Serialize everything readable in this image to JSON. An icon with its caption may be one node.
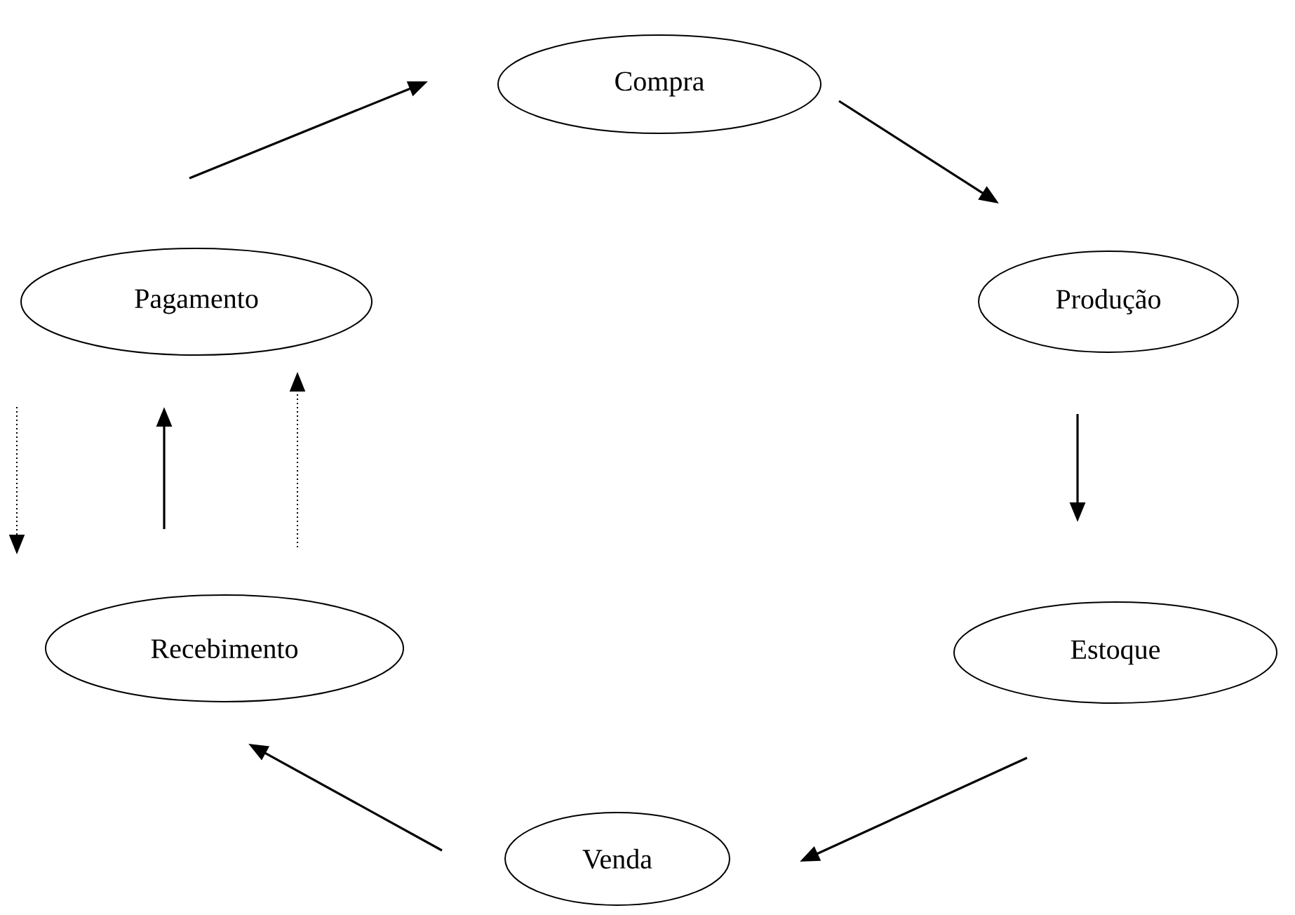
{
  "diagram": {
    "nodes": [
      {
        "text": [
          "Compra"
        ]
      },
      {
        "text": [
          "Produção"
        ]
      },
      {
        "text": [
          "Estoque"
        ]
      },
      {
        "text": [
          "Venda"
        ]
      },
      {
        "text": [
          "Recebimento"
        ]
      },
      {
        "text": [
          "Pagamento"
        ]
      }
    ],
    "edges": [
      {
        "from": 5,
        "to": 0,
        "arrow": "to"
      },
      {
        "from": 0,
        "to": 1,
        "arrow": "to"
      },
      {
        "from": 1,
        "to": 2,
        "arrow": "to"
      },
      {
        "from": 2,
        "to": 3,
        "arrow": "to"
      },
      {
        "from": 3,
        "to": 4,
        "arrow": "to"
      },
      {
        "from": 4,
        "to": 5,
        "arrow": "to"
      },
      {
        "from": 4,
        "to": 5,
        "arrow": "to",
        "style": "dashed"
      },
      {
        "from": 5,
        "to": 4,
        "arrow": "to",
        "style": "dashed"
      }
    ]
  }
}
